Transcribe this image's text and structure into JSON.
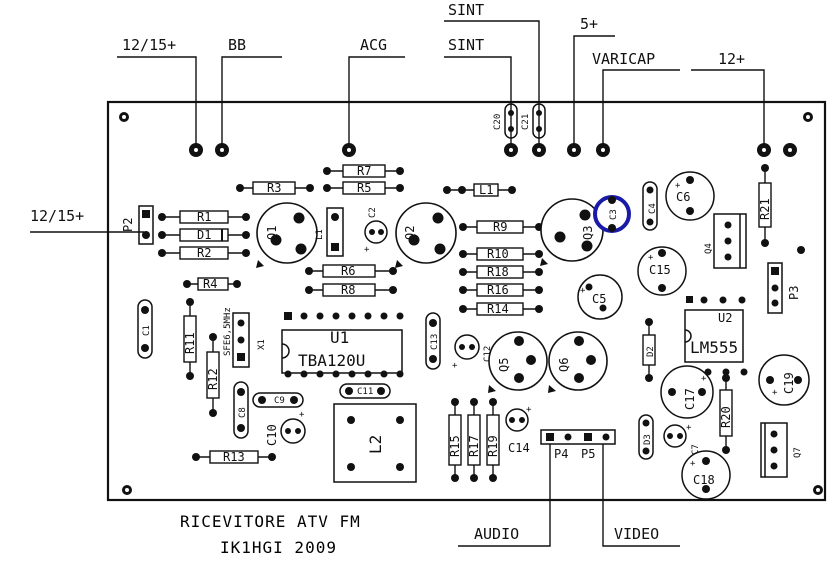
{
  "connections": {
    "supply_12_15_top": "12/15+",
    "bb": "BB",
    "acg": "ACG",
    "sint_top": "SINT",
    "sint_lower": "SINT",
    "plus5": "5+",
    "varicap": "VARICAP",
    "plus12": "12+",
    "supply_12_15_left": "12/15+",
    "audio": "AUDIO",
    "video": "VIDEO"
  },
  "components": {
    "R1": "R1",
    "R2": "R2",
    "R3": "R3",
    "R4": "R4",
    "R5": "R5",
    "R6": "R6",
    "R7": "R7",
    "R8": "R8",
    "R9": "R9",
    "R10": "R10",
    "R11": "R11",
    "R12": "R12",
    "R13": "R13",
    "R14": "R14",
    "R15": "R15",
    "R16": "R16",
    "R17": "R17",
    "R18": "R18",
    "R19": "R19",
    "R20": "R20",
    "R21": "R21",
    "D1": "D1",
    "D2": "D2",
    "D3": "D3",
    "C1": "C1",
    "C2": "C2",
    "C3": "C3",
    "C4": "C4",
    "C5": "C5",
    "C6": "C6",
    "C7": "C7",
    "C8": "C8",
    "C9": "C9",
    "C10": "C10",
    "C11": "C11",
    "C12": "C12",
    "C13": "C13",
    "C14": "C14",
    "C15": "C15",
    "C17": "C17",
    "C18": "C18",
    "C19": "C19",
    "C20": "C20",
    "C21": "C21",
    "Q1": "Q1",
    "Q2": "Q2",
    "Q3": "Q3",
    "Q4": "Q4",
    "Q5": "Q5",
    "Q6": "Q6",
    "Q7": "Q7",
    "L1": "L1",
    "L2": "L2",
    "U1": "U1",
    "U1_part": "TBA120U",
    "U2": "U2",
    "U2_part": "LM555",
    "X1": "X1",
    "X1_part": "SFE6,5MHz",
    "P2": "P2",
    "P3": "P3",
    "P4": "P4",
    "P5": "P5"
  },
  "title": {
    "line1": "RICEVITORE ATV FM",
    "line2": "IK1HGI 2009"
  },
  "colors": {
    "ink": "#111111",
    "pad_fill": "#111111",
    "highlight_ring": "#1a1aa8"
  }
}
